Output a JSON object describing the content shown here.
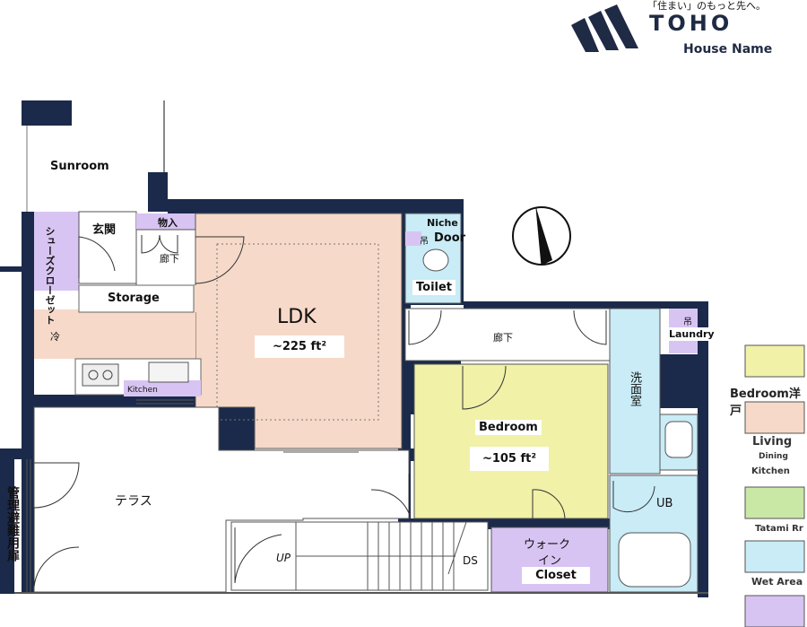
{
  "brand": {
    "tagline": "「住まい」のもっと先へ。",
    "name": "TOHO",
    "house_name": "House Name",
    "logo_icon": "toho-stripes-logo",
    "color": "#1f2a44"
  },
  "rooms": {
    "sunroom": "Sunroom",
    "genkan": "玄関",
    "shoes_closet": "シューズクローゼット",
    "monoire": "物入",
    "roka_small": "廊下",
    "storage": "Storage",
    "rei": "冷",
    "kitchen": "Kitchen",
    "ldk": "LDK",
    "ldk_area": "~225 ft²",
    "niche": "Niche",
    "tsuri_1": "吊",
    "door": "Door",
    "toilet": "Toilet",
    "roka": "廊下",
    "tsuri_2": "吊",
    "laundry": "Laundry",
    "sen_mensitsu": "洗面室",
    "bedroom": "Bedroom",
    "bedroom_area": "~105 ft²",
    "ub": "UB",
    "terrace": "テラス",
    "kanri_door": "管理避難用扉",
    "up": "UP",
    "ds": "DS",
    "walkin_1": "ウォーク",
    "walkin_2": "イン",
    "closet": "Closet"
  },
  "legend": {
    "bedroom": "Bedroom",
    "bedroom_suffix": "洋戸",
    "living": "Living",
    "dining": "Dining",
    "kitchen": "Kitchen",
    "tatami": "Tatami Rr",
    "wet_area": "Wet Area"
  },
  "colors": {
    "wall": "#1b2a4a",
    "bedroom": "#f1f1a8",
    "living": "#f6d9c8",
    "tatami": "#c9e8a6",
    "wet": "#c9ecf7",
    "storage": "#d8c4f2",
    "floor_gray": "#f4f4f4"
  },
  "compass_icon": "north-arrow-icon"
}
